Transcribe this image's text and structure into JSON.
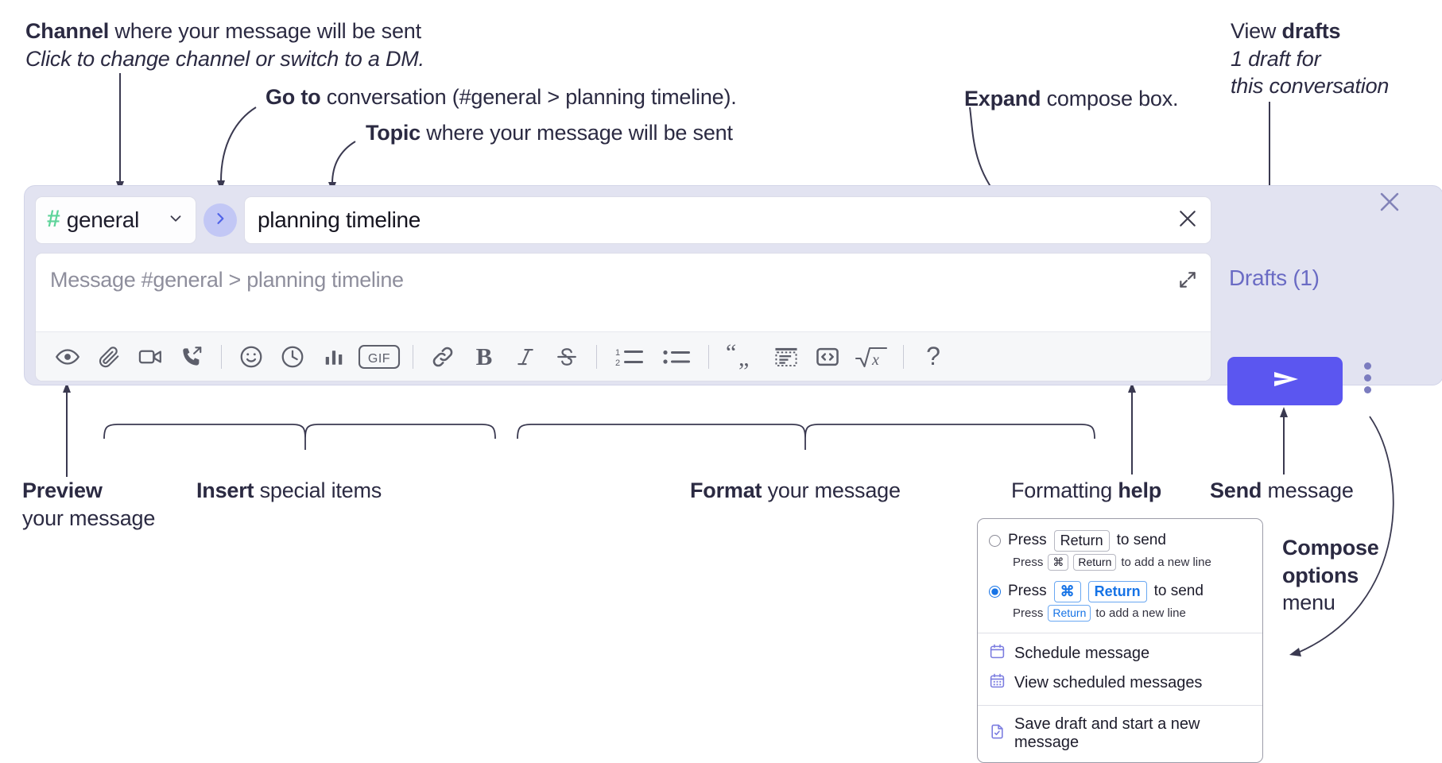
{
  "annotations": {
    "channel": {
      "bold": "Channel",
      "rest": " where your message will be sent",
      "italic": "Click to change channel or switch to a DM."
    },
    "goto": {
      "bold": "Go to",
      "rest": " conversation (#general > planning timeline)."
    },
    "topic": {
      "bold": "Topic",
      "rest": " where your message will be sent"
    },
    "expand": {
      "bold": "Expand",
      "rest": " compose box."
    },
    "drafts": {
      "plain": "View ",
      "bold": "drafts",
      "italic1": "1 draft for",
      "italic2": "this conversation"
    },
    "preview": {
      "bold": "Preview",
      "rest": "your message"
    },
    "insert": {
      "bold": "Insert",
      "rest": " special items"
    },
    "format": {
      "bold": "Format",
      "rest": " your message"
    },
    "help": {
      "plain": "Formatting ",
      "bold": "help"
    },
    "send": {
      "bold": "Send",
      "rest": " message"
    },
    "compose_options": {
      "bold1": "Compose",
      "bold2": "options",
      "plain": "menu"
    }
  },
  "compose": {
    "channel": {
      "hash": "#",
      "name": "general",
      "chevron_icon": "chevron-down-icon"
    },
    "goto_icon": "chevron-right-icon",
    "topic": {
      "value": "planning timeline",
      "clear_icon": "close-icon"
    },
    "message": {
      "placeholder": "Message #general > planning timeline",
      "value": "",
      "expand_icon": "expand-icon"
    },
    "toolbar": [
      {
        "name": "preview-button",
        "icon": "eye-icon",
        "label": "Preview"
      },
      {
        "name": "attach-button",
        "icon": "paperclip-icon",
        "label": "Attach file"
      },
      {
        "name": "video-button",
        "icon": "video-camera-icon",
        "label": "Record video clip"
      },
      {
        "name": "audio-button",
        "icon": "phone-arrow-icon",
        "label": "Record audio clip"
      },
      {
        "name": "separator",
        "icon": "divider",
        "label": ""
      },
      {
        "name": "emoji-button",
        "icon": "smiley-icon",
        "label": "Emoji"
      },
      {
        "name": "schedule-button",
        "icon": "clock-icon",
        "label": "Schedule"
      },
      {
        "name": "poll-button",
        "icon": "bar-chart-icon",
        "label": "Poll"
      },
      {
        "name": "gif-button",
        "icon": "gif-icon",
        "label": "GIF"
      },
      {
        "name": "separator",
        "icon": "divider",
        "label": ""
      },
      {
        "name": "link-button",
        "icon": "link-icon",
        "label": "Link"
      },
      {
        "name": "bold-button",
        "icon": "bold-icon",
        "label": "B"
      },
      {
        "name": "italic-button",
        "icon": "italic-icon",
        "label": "I"
      },
      {
        "name": "strikethrough-button",
        "icon": "strikethrough-icon",
        "label": "S"
      },
      {
        "name": "separator",
        "icon": "divider",
        "label": ""
      },
      {
        "name": "ordered-list-button",
        "icon": "ordered-list-icon",
        "label": "Ordered list"
      },
      {
        "name": "bulleted-list-button",
        "icon": "bulleted-list-icon",
        "label": "Bulleted list"
      },
      {
        "name": "separator",
        "icon": "divider",
        "label": ""
      },
      {
        "name": "blockquote-button",
        "icon": "quote-icon",
        "label": "Blockquote"
      },
      {
        "name": "code-block-button",
        "icon": "code-block-icon",
        "label": "Code block"
      },
      {
        "name": "code-button",
        "icon": "code-brackets-icon",
        "label": "Code"
      },
      {
        "name": "math-button",
        "icon": "math-sqrt-icon",
        "label": "Math"
      },
      {
        "name": "separator",
        "icon": "divider",
        "label": ""
      },
      {
        "name": "formatting-help-button",
        "icon": "question-mark-icon",
        "label": "?"
      }
    ],
    "drafts_label": "Drafts (1)",
    "close_icon": "close-icon",
    "send_icon": "send-paper-plane-icon",
    "options_icon": "kebab-menu-icon"
  },
  "options_menu": {
    "radio_options": [
      {
        "selected": false,
        "primary": {
          "pre": "Press",
          "keys": [
            "Return"
          ],
          "post": "to send"
        },
        "secondary": {
          "pre": "Press",
          "keys": [
            "⌘",
            "Return"
          ],
          "post": "to add a new line"
        }
      },
      {
        "selected": true,
        "primary": {
          "pre": "Press",
          "keys": [
            "⌘",
            "Return"
          ],
          "post": "to send"
        },
        "secondary": {
          "pre": "Press",
          "keys": [
            "Return"
          ],
          "post": "to add a new line"
        }
      }
    ],
    "items": [
      {
        "icon": "calendar-icon",
        "label": "Schedule message"
      },
      {
        "icon": "calendar-grid-icon",
        "label": "View scheduled messages"
      },
      {
        "icon": "file-check-icon",
        "label": "Save draft and start a new message"
      }
    ]
  },
  "colors": {
    "compose_background": "#e2e3f1",
    "send_button": "#5b56f0",
    "goto_button": "#c2c7f5",
    "channel_hash": "#5ed49a",
    "drafts_text": "#6a6bc4",
    "key_blue": "#1673e6",
    "menu_icon_purple": "#7b7ce0",
    "annotation_text": "#2b2a42"
  }
}
